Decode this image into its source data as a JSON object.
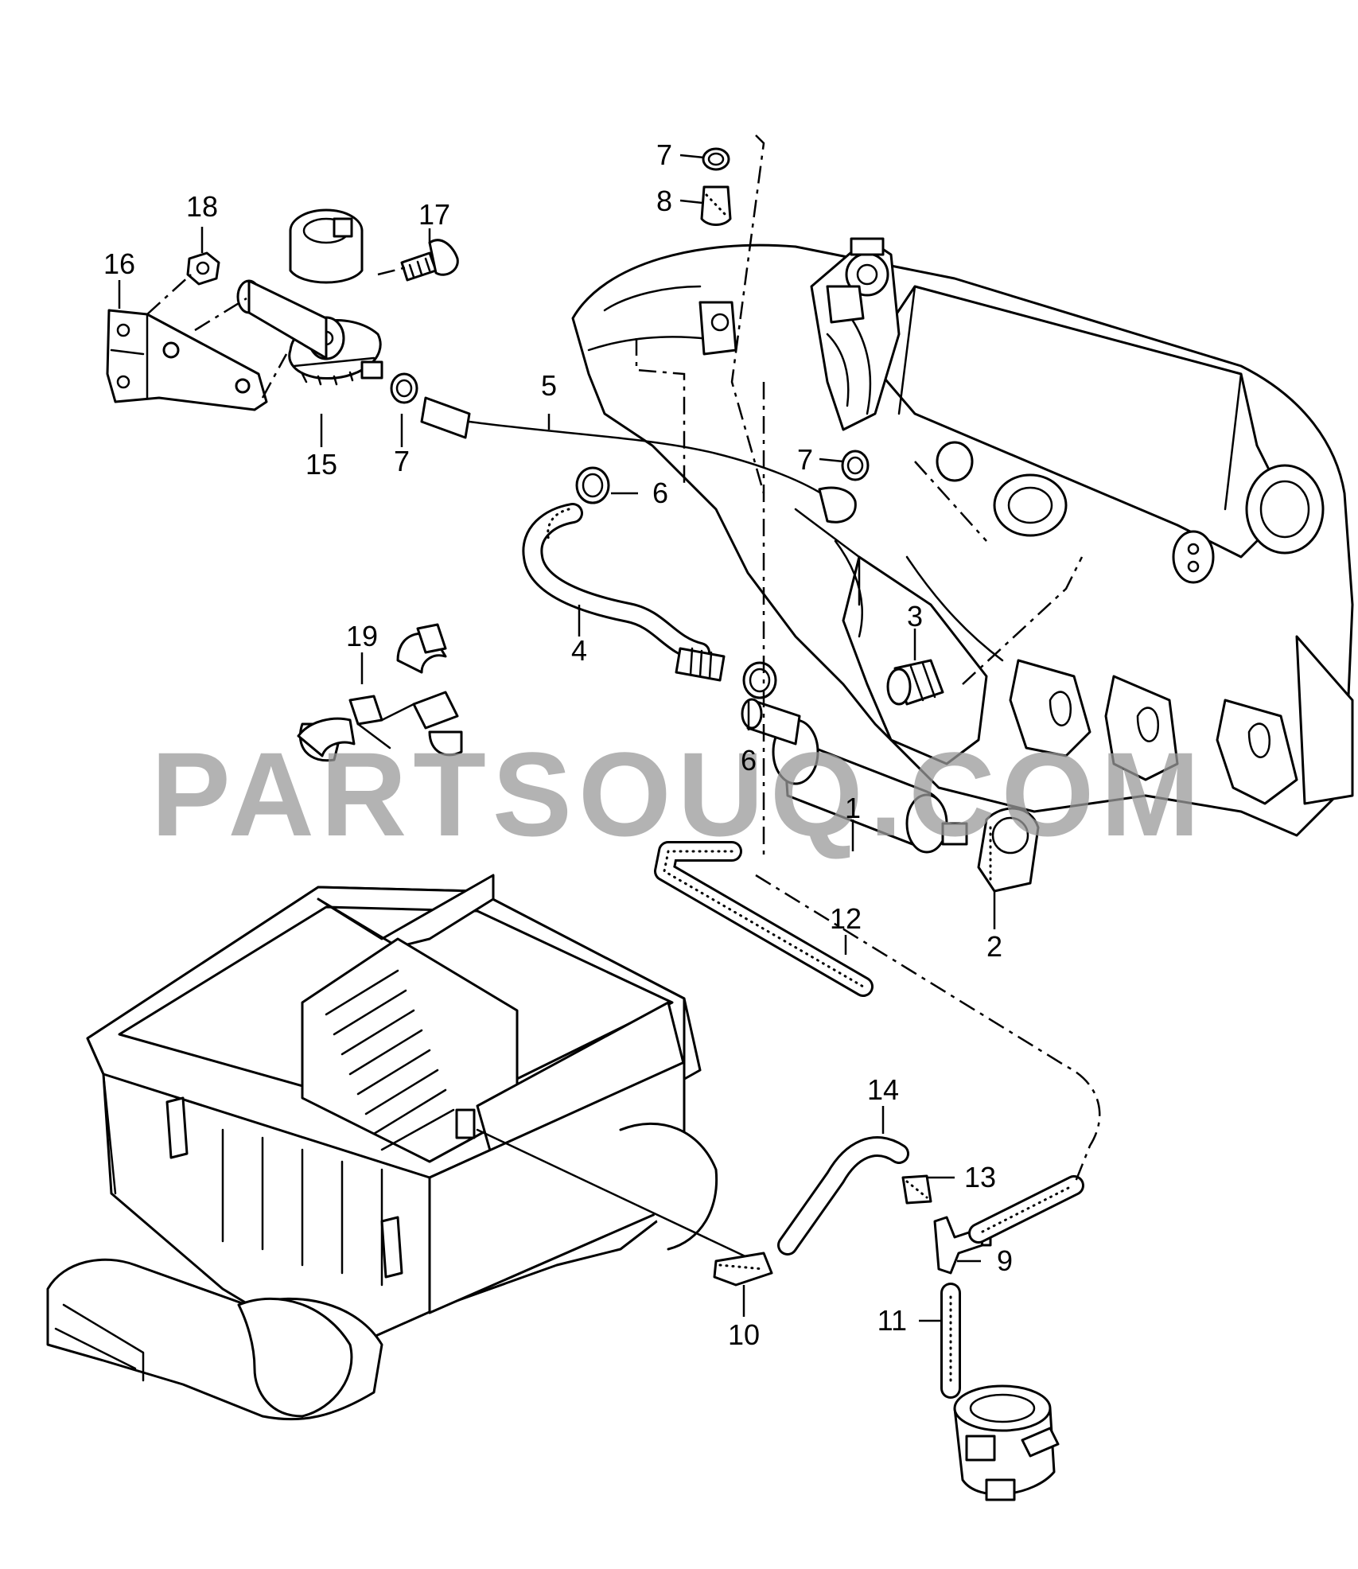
{
  "colors": {
    "line": "#000000",
    "background": "#ffffff",
    "watermark": "#9a9a9a"
  },
  "watermark": "PARTSOUQ.COM",
  "callouts": [
    "1",
    "2",
    "3",
    "4",
    "5",
    "6",
    "6",
    "7",
    "7",
    "7",
    "8",
    "9",
    "10",
    "11",
    "12",
    "13",
    "14",
    "15",
    "16",
    "17",
    "18",
    "19"
  ]
}
